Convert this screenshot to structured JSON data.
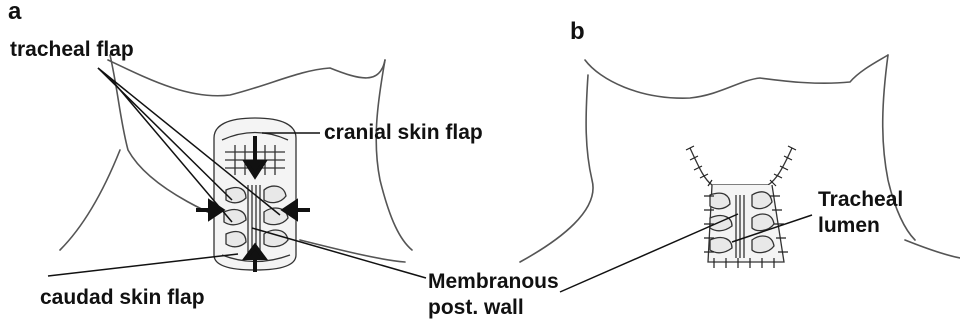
{
  "panels": {
    "a": {
      "letter": "a",
      "labels": {
        "tracheal_flap": "tracheal flap",
        "cranial_skin_flap": "cranial skin flap",
        "caudad_skin_flap": "caudad skin flap"
      }
    },
    "b": {
      "letter": "b",
      "labels": {
        "tracheal_lumen_line1": "Tracheal",
        "tracheal_lumen_line2": "lumen"
      }
    }
  },
  "shared_labels": {
    "membranous_line1": "Membranous",
    "membranous_line2": "post. wall"
  }
}
